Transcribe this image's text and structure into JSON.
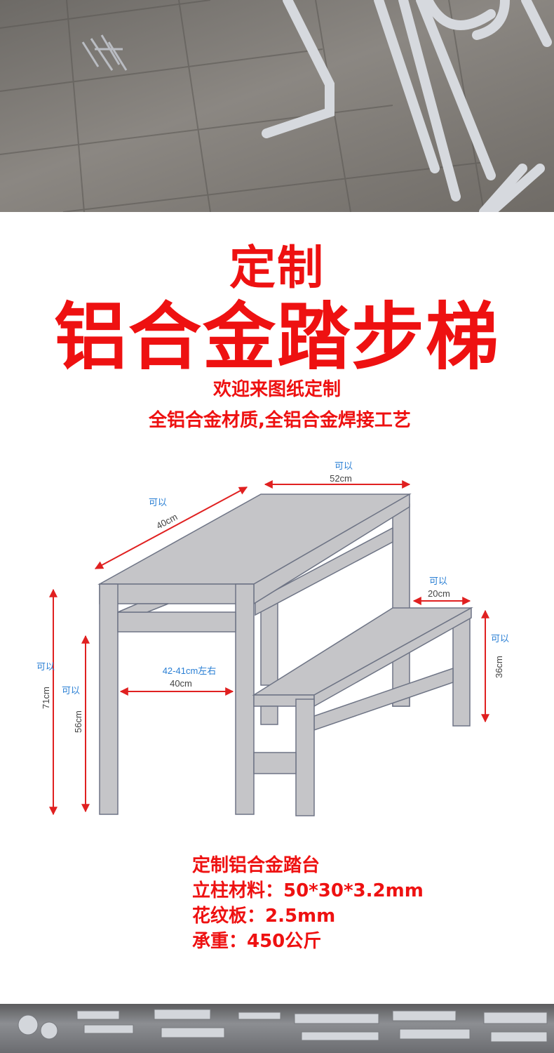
{
  "header": {
    "title_line1": "定制",
    "title_line2": "铝合金踏步梯",
    "subtitle1": "欢迎来图纸定制",
    "subtitle2": "全铝合金材质,全铝合金焊接工艺"
  },
  "diagram": {
    "top_width_note": "可以",
    "top_width": "52cm",
    "top_depth_note": "可以",
    "top_depth": "40cm",
    "step_depth_note": "可以",
    "step_depth": "20cm",
    "step_height_note": "可以",
    "step_height": "36cm",
    "total_height_note": "可以",
    "total_height": "71cm",
    "mid_height_note": "可以",
    "mid_height": "56cm",
    "gap_note": "42-41cm左右",
    "gap": "40cm"
  },
  "specs": {
    "line1": "定制铝合金踏台",
    "line2": "立柱材料：50*30*3.2mm",
    "line3": "花纹板：2.5mm",
    "line4": "承重：450公斤"
  },
  "colors": {
    "title_red": "#ee1111",
    "dimension_red": "#e02020",
    "note_blue": "#2a7fd4",
    "frame_gray": "#c5c5c8",
    "frame_outline": "#6e7485"
  }
}
